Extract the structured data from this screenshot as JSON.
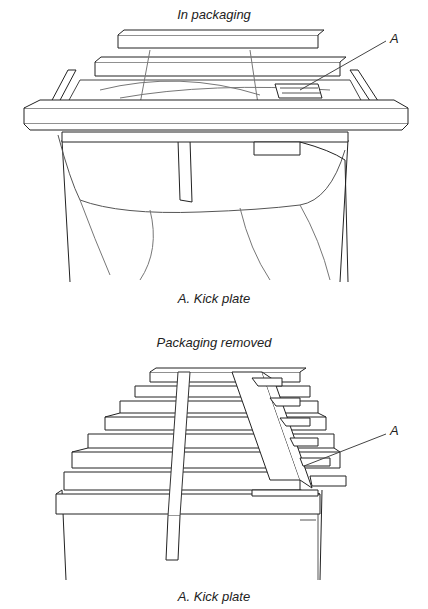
{
  "diagram": {
    "labels": [
      "In packaging",
      "A",
      "A. Kick plate",
      "Packaging removed",
      "A",
      "A. Kick plate"
    ]
  }
}
